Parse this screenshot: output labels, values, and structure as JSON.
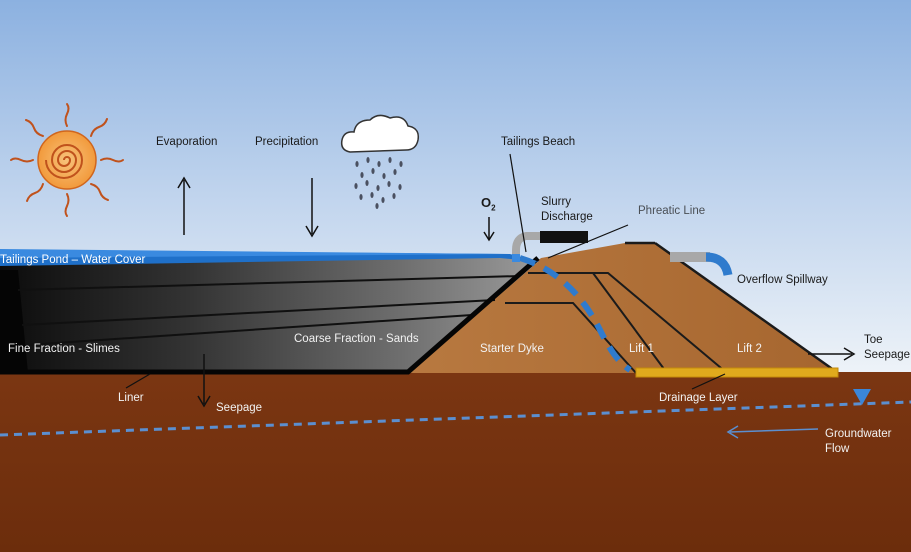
{
  "labels": {
    "evaporation": "Evaporation",
    "precipitation": "Precipitation",
    "tailings_beach": "Tailings Beach",
    "slurry_discharge_1": "Slurry",
    "slurry_discharge_2": "Discharge",
    "phreatic_line": "Phreatic Line",
    "oxygen": "O",
    "oxygen_sub": "2",
    "tailings_pond": "Tailings Pond – Water Cover",
    "overflow_spillway": "Overflow Spillway",
    "fine_fraction": "Fine Fraction - Slimes",
    "coarse_fraction": "Coarse Fraction - Sands",
    "starter_dyke": "Starter Dyke",
    "lift1": "Lift 1",
    "lift2": "Lift 2",
    "toe_seepage_1": "Toe",
    "toe_seepage_2": "Seepage",
    "liner": "Liner",
    "seepage": "Seepage",
    "drainage_layer": "Drainage Layer",
    "groundwater_1": "Groundwater",
    "groundwater_2": "Flow"
  },
  "colors": {
    "sky_top": "#8fb3e0",
    "sky_bottom": "#e6eef6",
    "ground": "#7a3410",
    "ground_dark": "#6a2c0c",
    "dyke": "#b0703c",
    "water": "#1e6fc8",
    "drainage": "#e0a91c",
    "phreatic": "#2f78c8",
    "tailings_dark": "#111111",
    "tailings_light": "#8a8a8a",
    "sun_core": "#f6a24a",
    "sun_ring": "#c0521c"
  },
  "icons": [
    "sun-icon",
    "cloud-rain-icon",
    "water-level-icon"
  ]
}
